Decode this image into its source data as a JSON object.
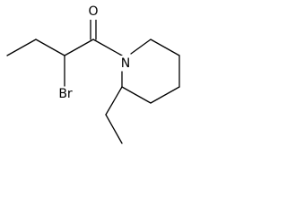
{
  "molecule": {
    "atoms": {
      "oxygen": "O",
      "nitrogen": "N",
      "bromine": "Br"
    },
    "colors": {
      "bond": "#000000",
      "background": "#ffffff",
      "label": "#000000"
    }
  }
}
